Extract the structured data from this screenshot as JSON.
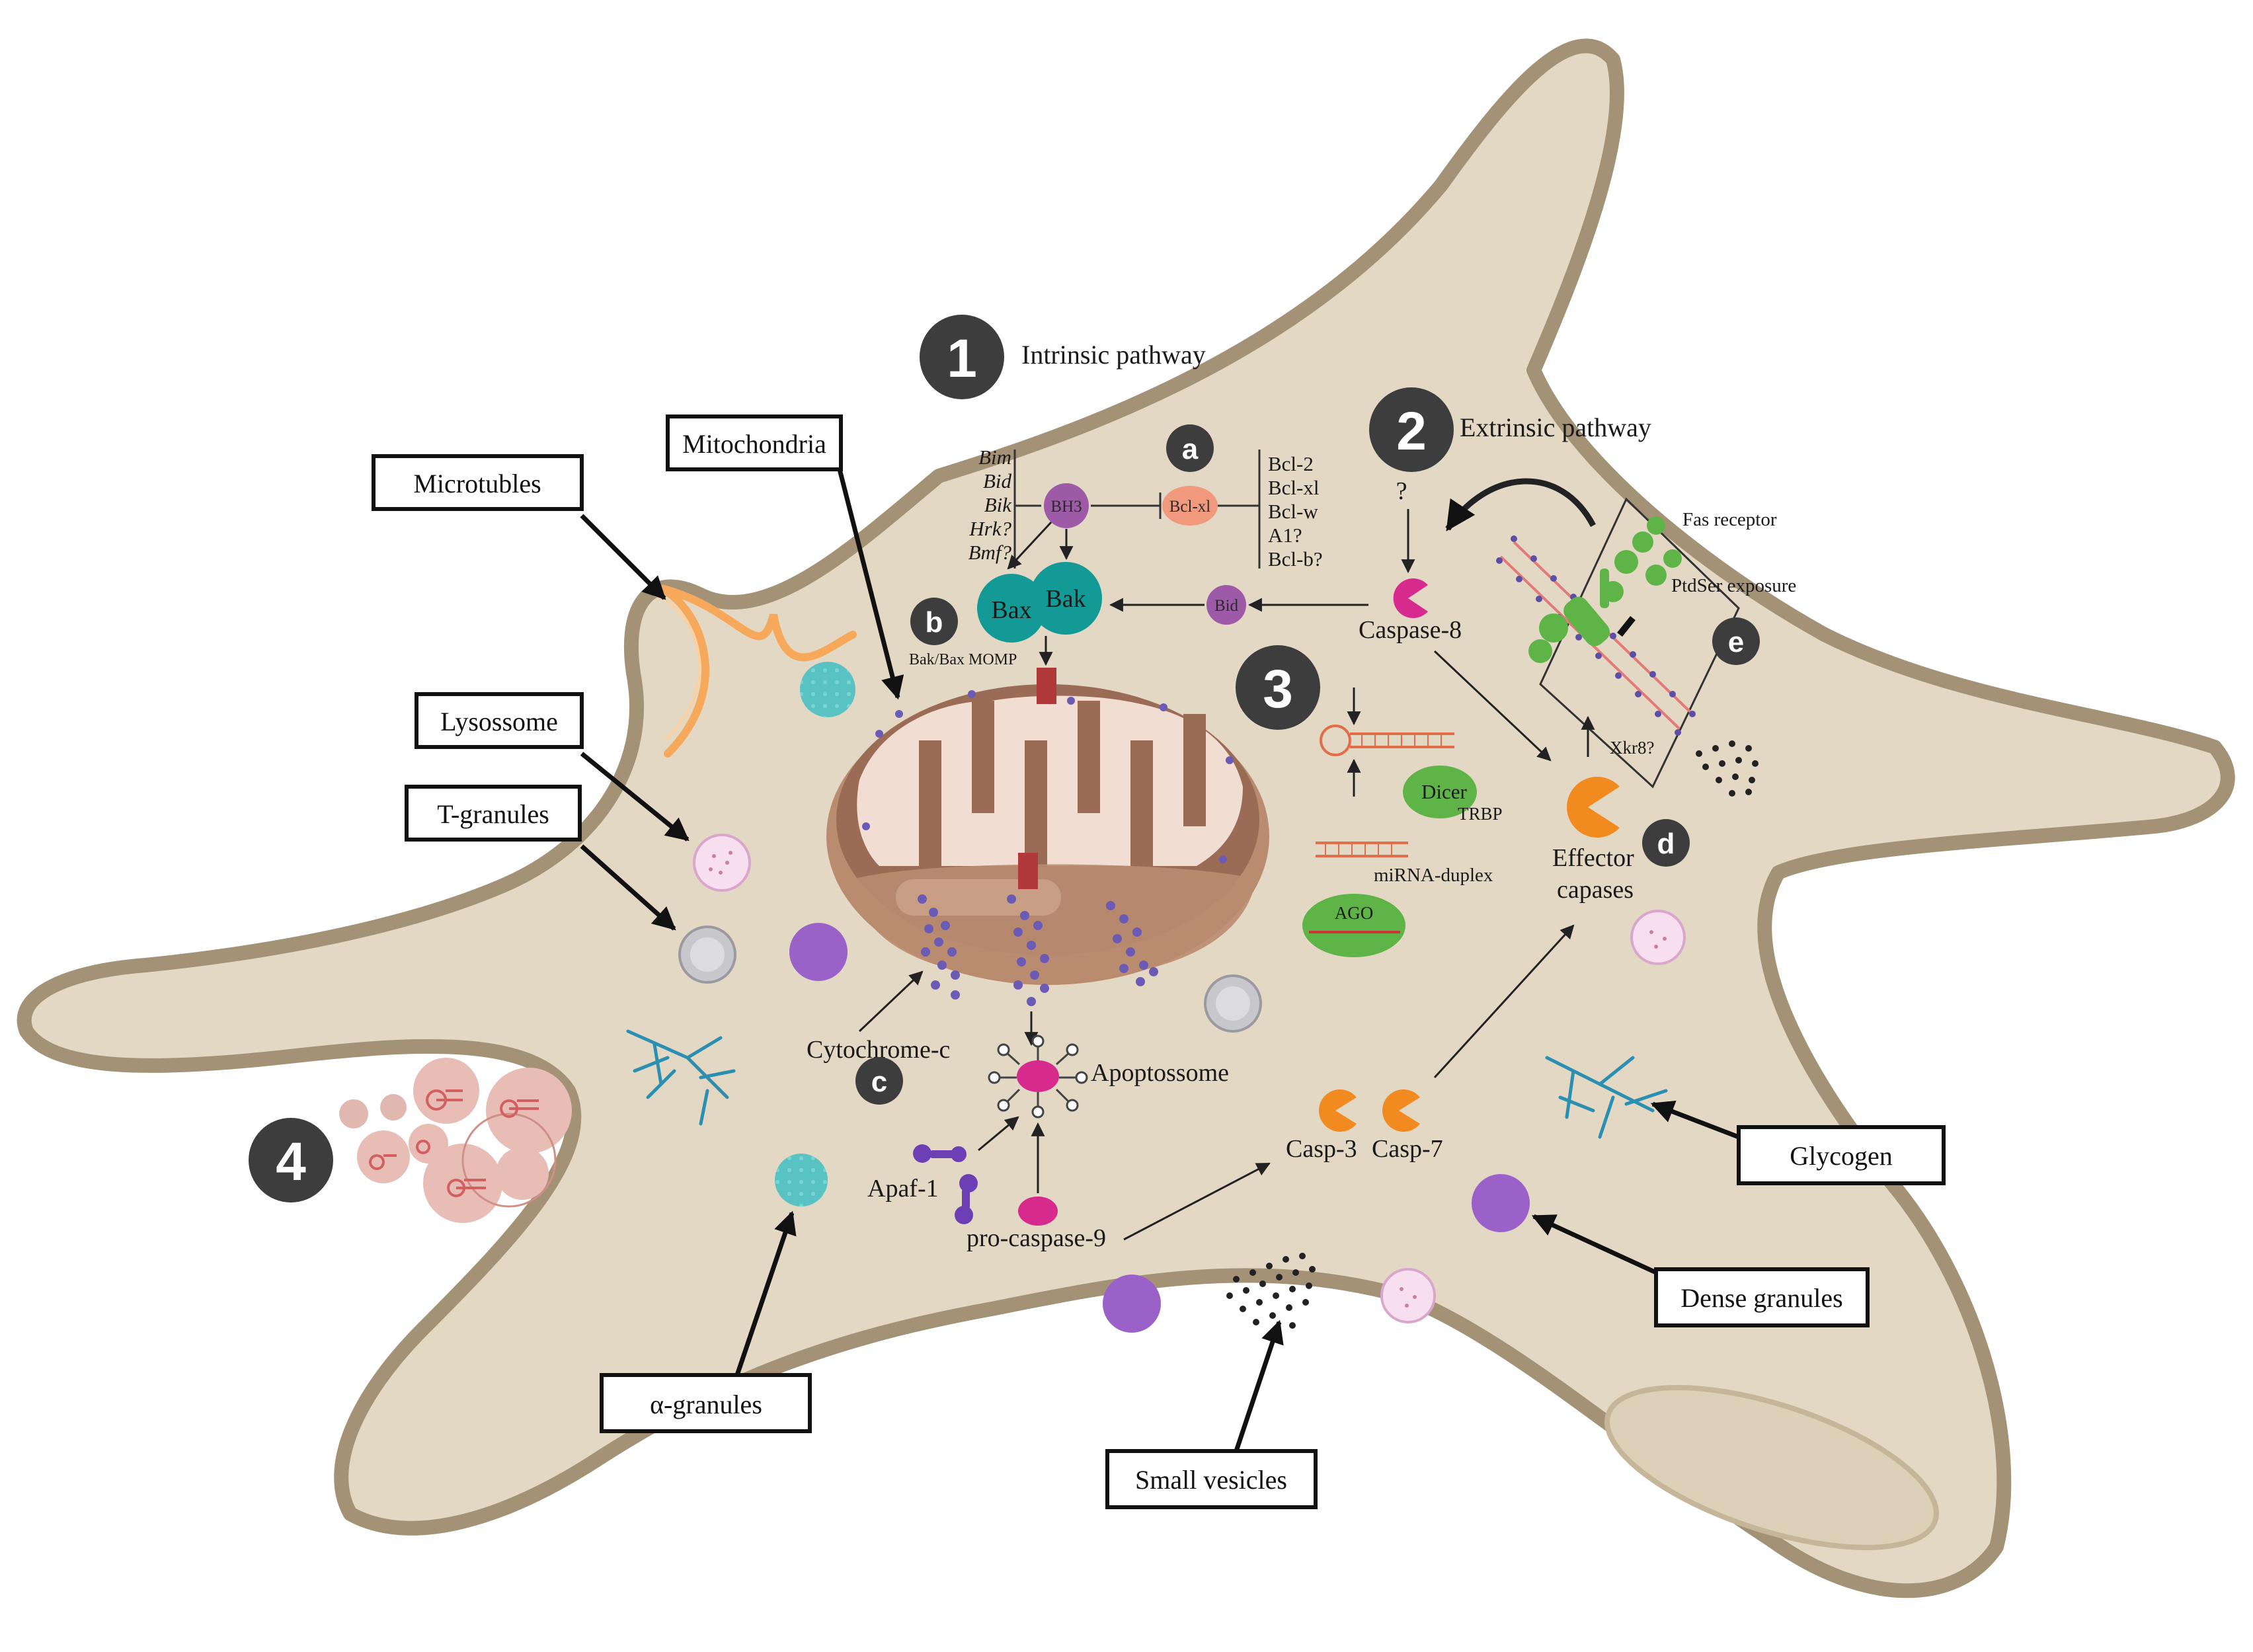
{
  "colors": {
    "cell_fill": "#e3d8c3",
    "cell_outline": "#a49276",
    "mito_outer": "#b98c70",
    "mito_inner": "#8f624c",
    "mito_cristae": "#f1ddd2",
    "teal": "#149a96",
    "purple": "#9d5aa6",
    "magenta": "#d62a8c",
    "orange": "#f28b1f",
    "salmon": "#f0997c",
    "green": "#5fb447",
    "badge": "#3d3d3d"
  },
  "pathways": {
    "p1": {
      "number": "1",
      "label": "Intrinsic pathway"
    },
    "p2": {
      "number": "2",
      "label": "Extrinsic pathway"
    },
    "p3": {
      "number": "3"
    },
    "p4": {
      "number": "4"
    }
  },
  "badges": {
    "a": "a",
    "b": "b",
    "c": "c",
    "d": "d",
    "e": "e"
  },
  "callouts": {
    "microtubules": "Microtubles",
    "mitochondria": "Mitochondria",
    "lysosome": "Lysossome",
    "t_granules": "T-granules",
    "alpha_granules": "α-granules",
    "small_vesicles": "Small vesicles",
    "dense_granules": "Dense granules",
    "glycogen": "Glycogen"
  },
  "bh3_only": [
    "Bim",
    "Bid",
    "Bik",
    "Hrk?",
    "Bmf?"
  ],
  "anti_apoptotic": [
    "Bcl-2",
    "Bcl-xl",
    "Bcl-w",
    "A1?",
    "Bcl-b?"
  ],
  "molecules": {
    "bh3": "BH3",
    "bclxl": "Bcl-xl",
    "bax": "Bax",
    "bak": "Bak",
    "bid": "Bid",
    "caspase8": "Caspase-8",
    "question": "?",
    "momp": "Bak/Bax MOMP",
    "cytochrome_c": "Cytochrome-c",
    "apoptosome": "Apoptossome",
    "apaf1": "Apaf-1",
    "procaspase9": "pro-caspase-9",
    "casp3": "Casp-3",
    "casp7": "Casp-7",
    "effector": "Effector",
    "effector2": "capases",
    "xkr8": "Xkr8?",
    "fas": "Fas receptor",
    "ptdser": "PtdSer exposure",
    "dicer": "Dicer",
    "trbp": "TRBP",
    "mirna": "miRNA-duplex",
    "ago": "AGO"
  }
}
